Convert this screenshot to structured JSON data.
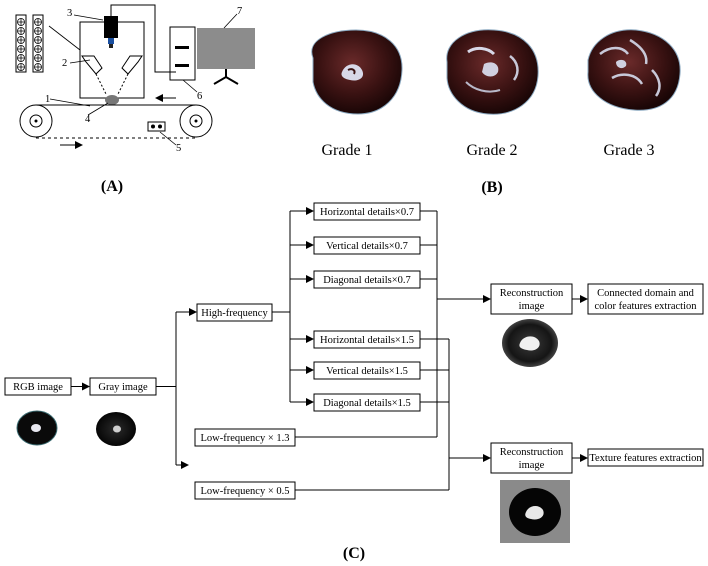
{
  "panels": {
    "a": "(A)",
    "b": "(B)",
    "c": "(C)"
  },
  "apparatus": {
    "callouts": [
      "1",
      "2",
      "3",
      "4",
      "5",
      "6",
      "7"
    ]
  },
  "grades": [
    "Grade 1",
    "Grade 2",
    "Grade 3"
  ],
  "flow": {
    "rgb": "RGB image",
    "gray": "Gray image",
    "high": "High-frequency",
    "h07": "Horizontal details×0.7",
    "v07": "Vertical details×0.7",
    "d07": "Diagonal details×0.7",
    "h15": "Horizontal details×1.5",
    "v15": "Vertical details×1.5",
    "d15": "Diagonal details×1.5",
    "low13": "Low-frequency × 1.3",
    "low05": "Low-frequency × 0.5",
    "recon1": [
      "Reconstruction",
      "image"
    ],
    "recon2": [
      "Reconstruction",
      "image"
    ],
    "out1": [
      "Connected domain and",
      "color features extraction"
    ],
    "out2": "Texture features extraction"
  },
  "colors": {
    "date_dark": "#2a0c0c",
    "date_mid": "#5a2020",
    "date_highlight": "#d8d8e8",
    "monitor": "#8c8c8c",
    "bg": "#ffffff"
  }
}
